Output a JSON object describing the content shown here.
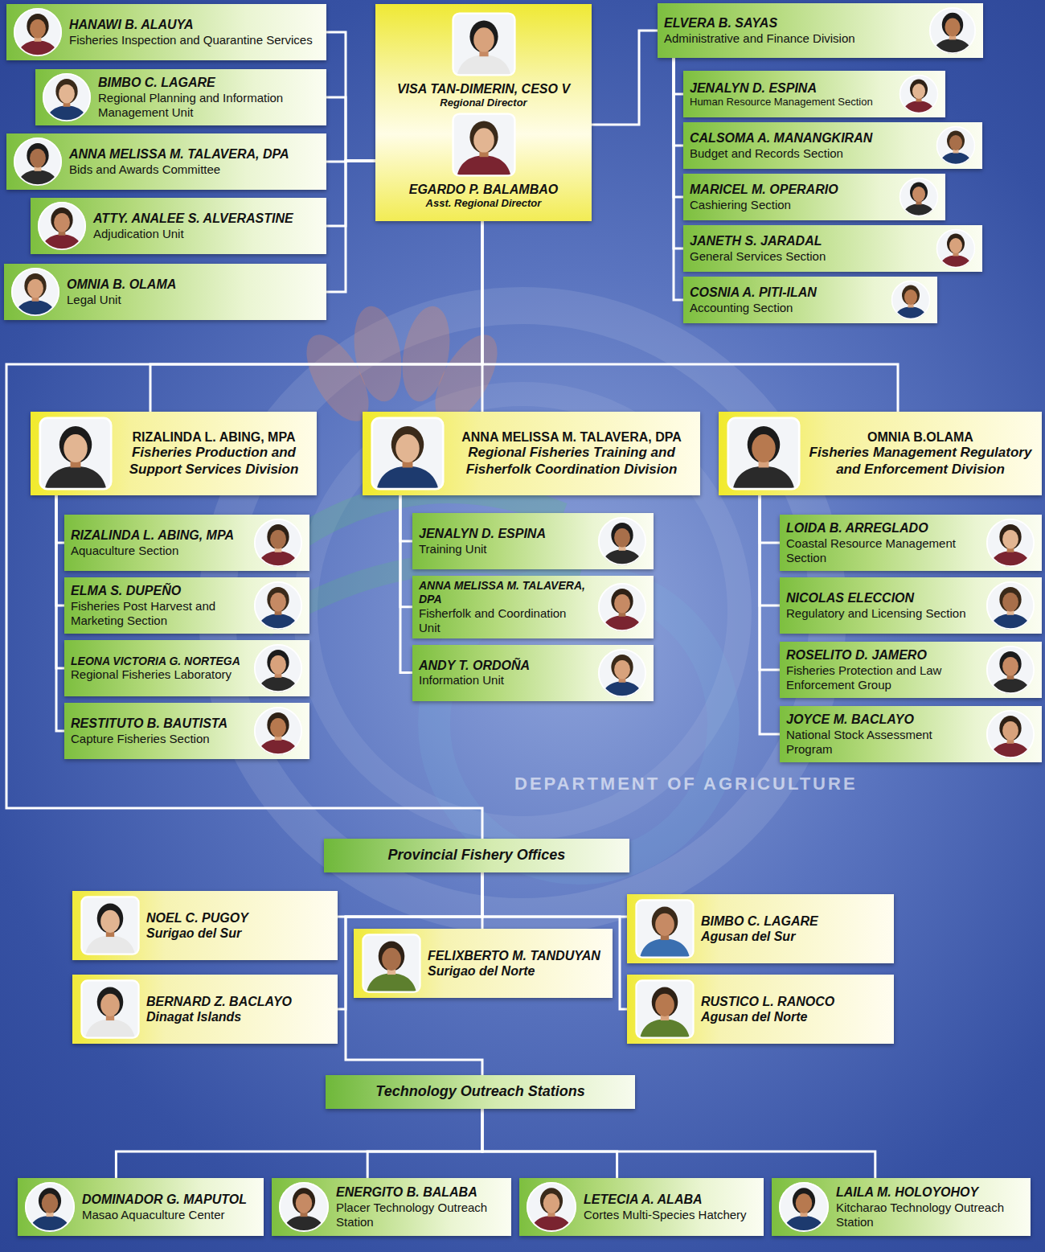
{
  "diagram": {
    "nodes": [
      {
        "text": [
          "VISA TAN-DIMERIN, CESO V",
          "Regional Director",
          "EGARDO P. BALAMBAO",
          "Asst. Regional Director"
        ]
      },
      {
        "text": [
          "HANAWI B. ALAUYA",
          "Fisheries Inspection and Quarantine Services"
        ]
      },
      {
        "text": [
          "BIMBO C. LAGARE",
          "Regional Planning and Information Management Unit"
        ]
      },
      {
        "text": [
          "ANNA MELISSA M. TALAVERA, DPA",
          "Bids and Awards Committee"
        ]
      },
      {
        "text": [
          "ATTY. ANALEE S. ALVERASTINE",
          "Adjudication Unit"
        ]
      },
      {
        "text": [
          "OMNIA B. OLAMA",
          "Legal Unit"
        ]
      },
      {
        "text": [
          "ELVERA B. SAYAS",
          "Administrative and Finance Division"
        ]
      },
      {
        "text": [
          "JENALYN D. ESPINA",
          "Human Resource Management Section"
        ]
      },
      {
        "text": [
          "CALSOMA A. MANANGKIRAN",
          "Budget and Records Section"
        ]
      },
      {
        "text": [
          "MARICEL M. OPERARIO",
          "Cashiering Section"
        ]
      },
      {
        "text": [
          "JANETH S. JARADAL",
          "General Services Section"
        ]
      },
      {
        "text": [
          "COSNIA A. PITI-ILAN",
          "Accounting Section"
        ]
      },
      {
        "text": [
          "RIZALINDA L. ABING, MPA",
          "Fisheries Production and Support Services Division"
        ]
      },
      {
        "text": [
          "RIZALINDA L. ABING, MPA",
          "Aquaculture Section"
        ]
      },
      {
        "text": [
          "ELMA S. DUPEÑO",
          "Fisheries Post Harvest and Marketing Section"
        ]
      },
      {
        "text": [
          "LEONA VICTORIA G. NORTEGA",
          "Regional Fisheries Laboratory"
        ]
      },
      {
        "text": [
          "RESTITUTO B. BAUTISTA",
          "Capture Fisheries Section"
        ]
      },
      {
        "text": [
          "ANNA MELISSA M. TALAVERA, DPA",
          "Regional Fisheries Training and Fisherfolk Coordination Division"
        ]
      },
      {
        "text": [
          "JENALYN D. ESPINA",
          "Training Unit"
        ]
      },
      {
        "text": [
          "ANNA MELISSA M. TALAVERA, DPA",
          "Fisherfolk and Coordination Unit"
        ]
      },
      {
        "text": [
          "ANDY T. ORDOÑA",
          "Information Unit"
        ]
      },
      {
        "text": [
          "OMNIA B.OLAMA",
          "Fisheries Management Regulatory and Enforcement Division"
        ]
      },
      {
        "text": [
          "LOIDA B. ARREGLADO",
          "Coastal Resource Management Section"
        ]
      },
      {
        "text": [
          "NICOLAS ELECCION",
          "Regulatory and Licensing Section"
        ]
      },
      {
        "text": [
          "ROSELITO D. JAMERO",
          "Fisheries Protection and Law Enforcement Group"
        ]
      },
      {
        "text": [
          "JOYCE M. BACLAYO",
          "National Stock Assessment Program"
        ]
      },
      {
        "text": [
          "Provincial Fishery Offices"
        ]
      },
      {
        "text": [
          "NOEL C. PUGOY",
          "Surigao del Sur"
        ]
      },
      {
        "text": [
          "FELIXBERTO M. TANDUYAN",
          "Surigao del Norte"
        ]
      },
      {
        "text": [
          "BIMBO C. LAGARE",
          "Agusan del Sur"
        ]
      },
      {
        "text": [
          "BERNARD Z. BACLAYO",
          "Dinagat Islands"
        ]
      },
      {
        "text": [
          "RUSTICO L. RANOCO",
          "Agusan del Norte"
        ]
      },
      {
        "text": [
          "Technology Outreach Stations"
        ]
      },
      {
        "text": [
          "DOMINADOR G. MAPUTOL",
          "Masao Aquaculture Center"
        ]
      },
      {
        "text": [
          "ENERGITO B. BALABA",
          "Placer Technology Outreach Station"
        ]
      },
      {
        "text": [
          "LETECIA A. ALABA",
          "Cortes Multi-Species Hatchery"
        ]
      },
      {
        "text": [
          "LAILA M. HOLOYOHOY",
          "Kitcharao Technology Outreach Station"
        ]
      }
    ],
    "edges": [
      {
        "from": 0,
        "to": 1,
        "arrow": "none"
      },
      {
        "from": 0,
        "to": 2,
        "arrow": "none"
      },
      {
        "from": 0,
        "to": 3,
        "arrow": "none"
      },
      {
        "from": 0,
        "to": 4,
        "arrow": "none"
      },
      {
        "from": 0,
        "to": 5,
        "arrow": "none"
      },
      {
        "from": 0,
        "to": 6,
        "arrow": "none"
      },
      {
        "from": 6,
        "to": 7,
        "arrow": "none"
      },
      {
        "from": 6,
        "to": 8,
        "arrow": "none"
      },
      {
        "from": 6,
        "to": 9,
        "arrow": "none"
      },
      {
        "from": 6,
        "to": 10,
        "arrow": "none"
      },
      {
        "from": 6,
        "to": 11,
        "arrow": "none"
      },
      {
        "from": 0,
        "to": 12,
        "arrow": "none"
      },
      {
        "from": 0,
        "to": 17,
        "arrow": "none"
      },
      {
        "from": 0,
        "to": 21,
        "arrow": "none"
      },
      {
        "from": 12,
        "to": 13,
        "arrow": "none"
      },
      {
        "from": 12,
        "to": 14,
        "arrow": "none"
      },
      {
        "from": 12,
        "to": 15,
        "arrow": "none"
      },
      {
        "from": 12,
        "to": 16,
        "arrow": "none"
      },
      {
        "from": 17,
        "to": 18,
        "arrow": "none"
      },
      {
        "from": 17,
        "to": 19,
        "arrow": "none"
      },
      {
        "from": 17,
        "to": 20,
        "arrow": "none"
      },
      {
        "from": 21,
        "to": 22,
        "arrow": "none"
      },
      {
        "from": 21,
        "to": 23,
        "arrow": "none"
      },
      {
        "from": 21,
        "to": 24,
        "arrow": "none"
      },
      {
        "from": 21,
        "to": 25,
        "arrow": "none"
      },
      {
        "from": 0,
        "to": 26,
        "arrow": "none"
      },
      {
        "from": 26,
        "to": 27,
        "arrow": "none"
      },
      {
        "from": 26,
        "to": 28,
        "arrow": "none"
      },
      {
        "from": 26,
        "to": 29,
        "arrow": "none"
      },
      {
        "from": 26,
        "to": 30,
        "arrow": "none"
      },
      {
        "from": 26,
        "to": 31,
        "arrow": "none"
      },
      {
        "from": 26,
        "to": 32,
        "arrow": "none"
      },
      {
        "from": 32,
        "to": 33,
        "arrow": "none"
      },
      {
        "from": 32,
        "to": 34,
        "arrow": "none"
      },
      {
        "from": 32,
        "to": 35,
        "arrow": "none"
      },
      {
        "from": 32,
        "to": 36,
        "arrow": "none"
      }
    ],
    "labels": [
      "DEPARTMENT OF AGRICULTURE"
    ]
  }
}
